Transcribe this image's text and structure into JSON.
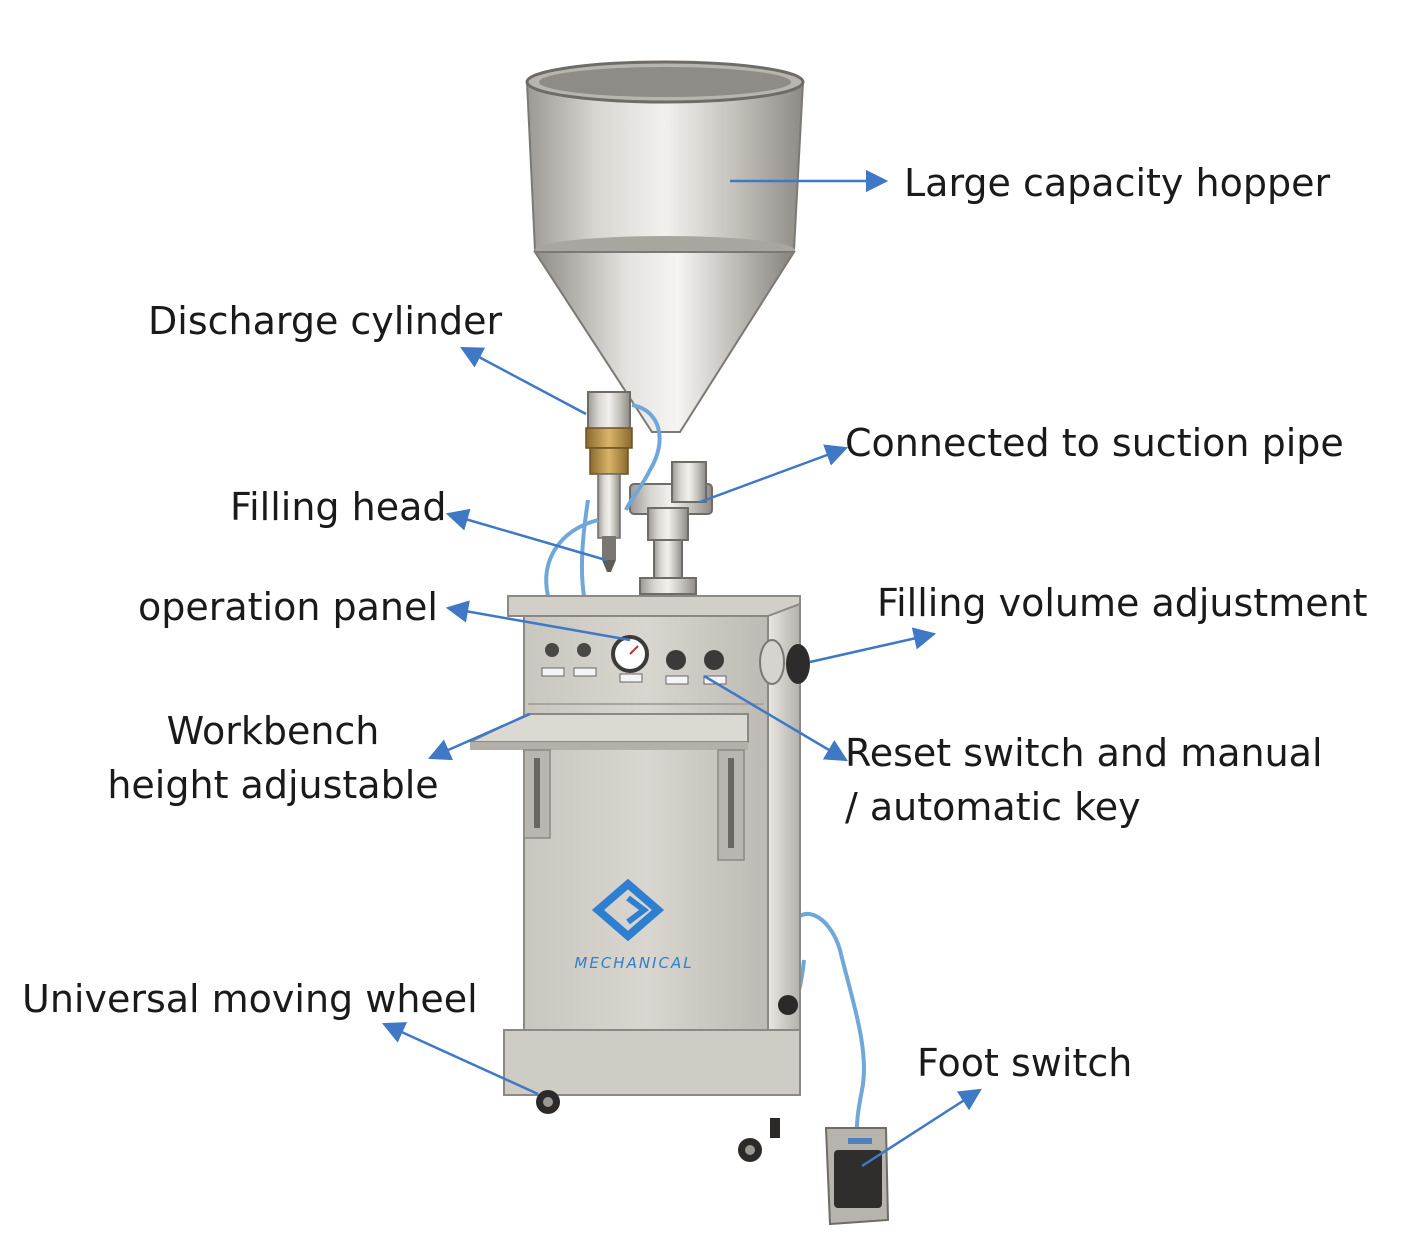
{
  "labels": {
    "hopper": "Large capacity hopper",
    "discharge_cylinder": "Discharge cylinder",
    "suction_pipe": "Connected to suction pipe",
    "filling_head": "Filling head",
    "operation_panel": "operation panel",
    "volume_adjustment": "Filling volume adjustment",
    "workbench_line1": "Workbench",
    "workbench_line2": "height adjustable",
    "reset_line1": "Reset switch and manual",
    "reset_line2": "/ automatic key",
    "wheel": "Universal moving wheel",
    "foot_switch": "Foot switch"
  },
  "logo": {
    "text": "MECHANICAL"
  },
  "colors": {
    "arrow": "#3f78c4",
    "logo": "#2f7fd1",
    "steel_light": "#dcdad5",
    "steel_mid": "#b9b6b0",
    "steel_dark": "#8d8a85"
  }
}
